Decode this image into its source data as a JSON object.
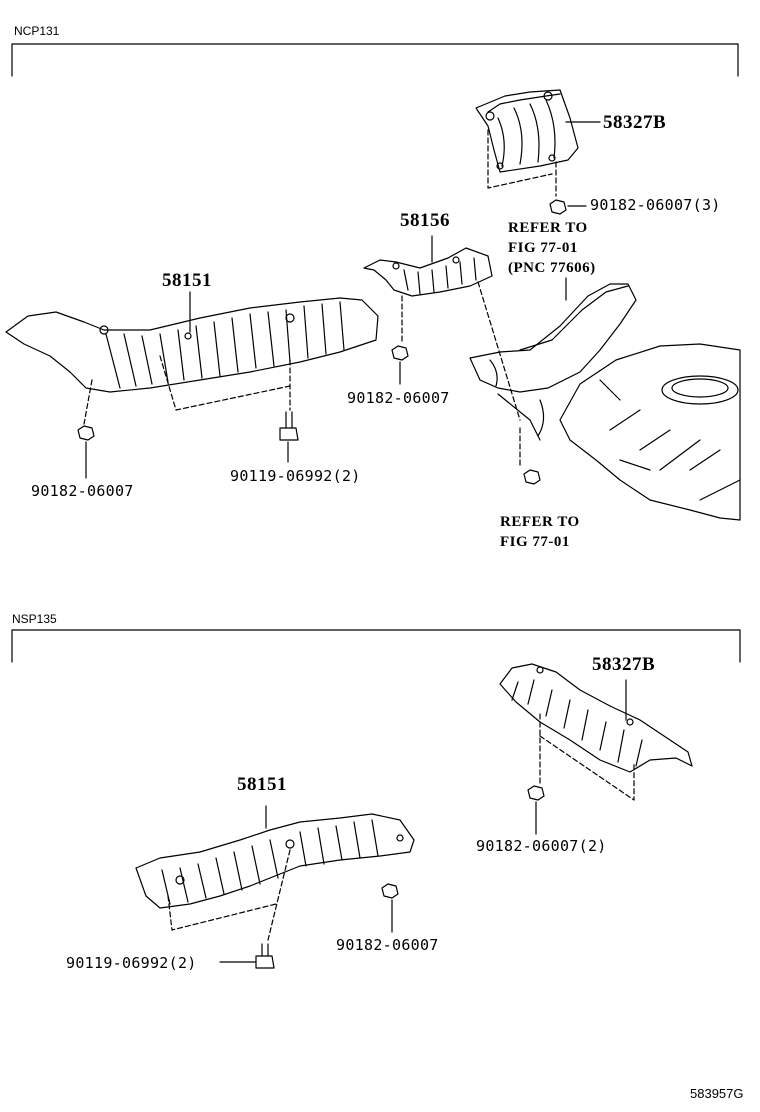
{
  "sections": [
    {
      "label": "NCP131"
    },
    {
      "label": "NSP135"
    }
  ],
  "parts": {
    "ncp_58327b": "58327B",
    "ncp_nut_3": "90182-06007(3)",
    "ncp_58156": "58156",
    "ncp_58151": "58151",
    "ncp_nut_58156": "90182-06007",
    "ncp_nut_left": "90182-06007",
    "ncp_bolt_2": "90119-06992(2)",
    "nsp_58327b": "58327B",
    "nsp_nut_2": "90182-06007(2)",
    "nsp_58151": "58151",
    "nsp_nut": "90182-06007",
    "nsp_bolt_2": "90119-06992(2)"
  },
  "references": {
    "ref_upper": "REFER TO\nFIG 77-01\n(PNC 77606)",
    "ref_lower": "REFER TO\nFIG 77-01"
  },
  "figure_code": "583957G"
}
